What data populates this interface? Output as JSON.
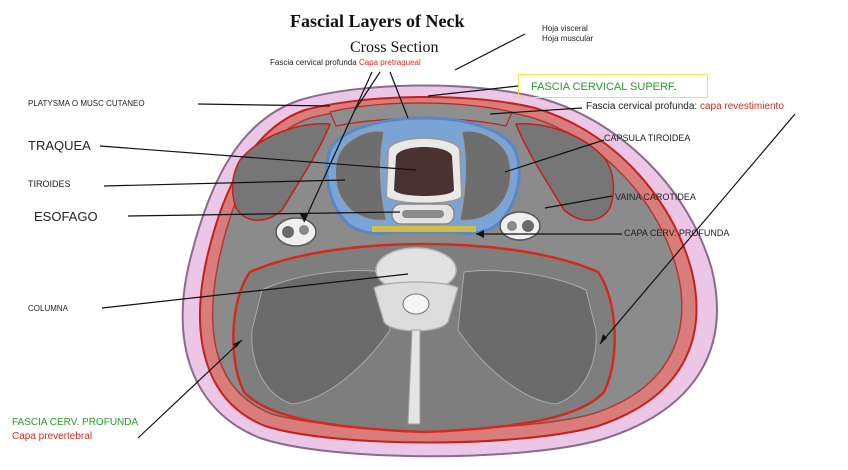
{
  "title": "Fascial Layers of Neck",
  "subtitle": "Cross Section",
  "colors": {
    "fascia_red": "#d42a1e",
    "thyroid_capsule_blue": "#7aa3d6",
    "superficial_green": "#2a9a2a",
    "callout_box": "#f2e23a",
    "skin_pink": "#e9bfe0",
    "muscle_gray": "#6f6f6f",
    "bone": "#e8e8e8"
  },
  "labels": {
    "hoja_visceral": "Hoja visceral",
    "hoja_muscular": "Hoja muscular",
    "fascia_profunda_prefix": "Fascia cervical profunda",
    "capa_pretraqueal": "Capa pretraqueal",
    "fascia_superf": "FASCIA CERVICAL SUPERF",
    "fascia_superf_suffix": ".",
    "platysma": "PLATYSMA O MUSC CUTANEO",
    "revestimiento_prefix": "Fascia cervical profunda:",
    "capa_revestimiento": "capa revestimiento",
    "traquea": "TRAQUEA",
    "capsula_tiroidea": "CAPSULA TIROIDEA",
    "tiroides": "TIROIDES",
    "vaina_carotidea": "VAINA CAROTIDEA",
    "esofago": "ESOFAGO",
    "capa_cerv_profunda": "CAPA CERV. PROFUNDA",
    "columna": "COLUMNA",
    "fascia_cerv_profunda": "FASCIA CERV.  PROFUNDA",
    "capa_prevertebral": "Capa prevertebral"
  }
}
